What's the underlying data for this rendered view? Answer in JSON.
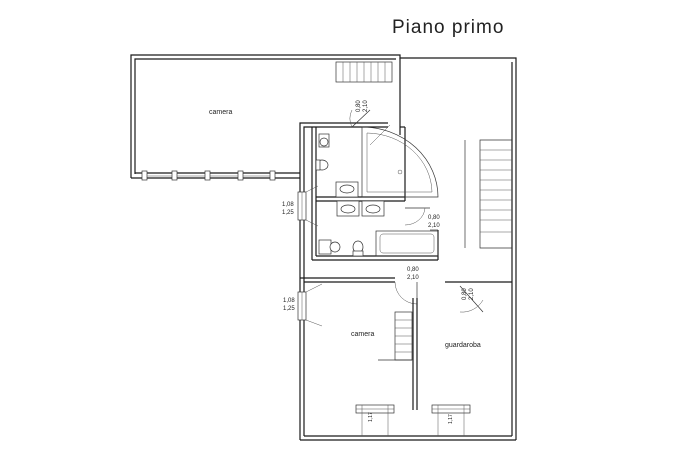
{
  "plan": {
    "title": "Piano primo",
    "rooms": {
      "camera_top": "camera",
      "camera_bottom": "camera",
      "guardaroba": "guardaroba"
    },
    "dims": {
      "window_left_top_a": "1,08",
      "window_left_top_b": "1,25",
      "window_left_bot_a": "1,08",
      "window_left_bot_b": "1,25",
      "door_bath_top_a": "0,80",
      "door_bath_top_b": "2,10",
      "door_bath_right_a": "0,80",
      "door_bath_right_b": "2,10",
      "door_corridor_a": "0,80",
      "door_corridor_b": "2,10",
      "door_guard_a": "0,80",
      "door_guard_b": "2,10",
      "window_bottom_mid": "1,17",
      "window_bottom_left": "1,17"
    }
  }
}
